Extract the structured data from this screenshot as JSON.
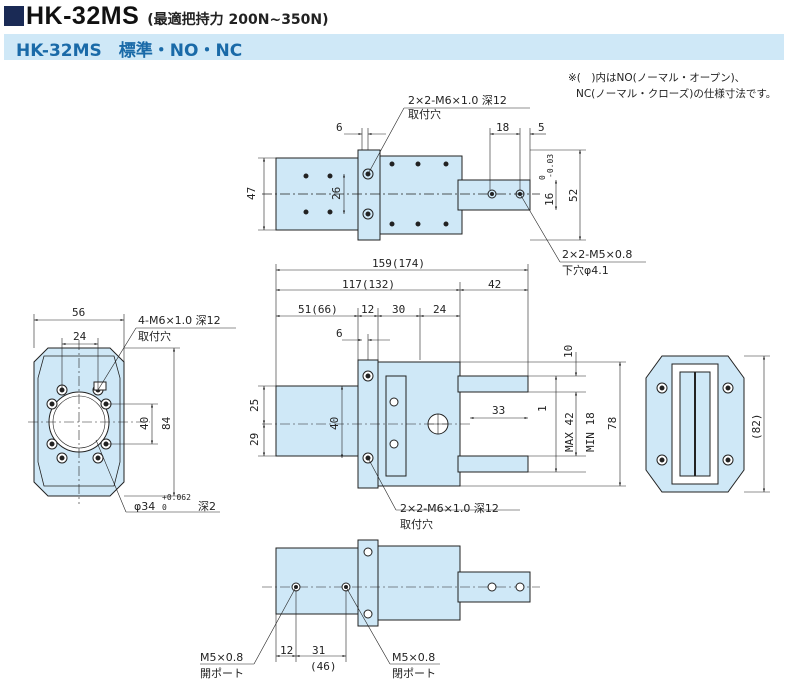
{
  "header": {
    "model": "HK-32MS",
    "subtitle": "(最適把持力 200N~350N)"
  },
  "banner": {
    "label": "HK-32MS　標準・NO・NC"
  },
  "notes": {
    "line1": "※(　)内はNO(ノーマル・オープン)、",
    "line2": "NC(ノーマル・クローズ)の仕様寸法です。"
  },
  "callouts": {
    "top_m6": "2×2-M6×1.0 深12",
    "top_m6_sub": "取付穴",
    "top_m5": "2×2-M5×0.8",
    "top_m5_sub": "下穴φ4.1",
    "left_m6": "4-M6×1.0 深12",
    "left_m6_sub": "取付穴",
    "left_bore": "φ34",
    "left_bore_tol": "+0.062",
    "left_bore_tol0": "0",
    "left_bore_depth": "深2",
    "mid_m6": "2×2-M6×1.0 深12",
    "mid_m6_sub": "取付穴",
    "bot_port_l": "M5×0.8",
    "bot_port_l_sub": "開ポート",
    "bot_port_r": "M5×0.8",
    "bot_port_r_sub": "閉ポート"
  },
  "dims": {
    "top": {
      "d6": "6",
      "d18": "18",
      "d5": "5",
      "d47": "47",
      "d26": "26",
      "d52": "52",
      "d16": "16",
      "tol": "0",
      "tol2": "-0.03"
    },
    "front": {
      "d159": "159(174)",
      "d117": "117(132)",
      "d42": "42",
      "d51": "51(66)",
      "d12": "12",
      "d30": "30",
      "d24": "24",
      "d6": "6",
      "d10": "10",
      "d33": "33",
      "d1": "1",
      "d25": "25",
      "d29": "29",
      "d40": "40",
      "max": "MAX 42",
      "min": "MIN 18",
      "d78": "78"
    },
    "left": {
      "d56": "56",
      "d24": "24",
      "d40": "40",
      "d84": "84"
    },
    "right": {
      "d82": "(82)"
    },
    "bottom": {
      "d12": "12",
      "d31": "31",
      "d46": "(46)"
    }
  },
  "colors": {
    "body": "#cfe8f7",
    "line": "#222222",
    "banner_text": "#1a6aa8",
    "title_square": "#1a2a55"
  }
}
